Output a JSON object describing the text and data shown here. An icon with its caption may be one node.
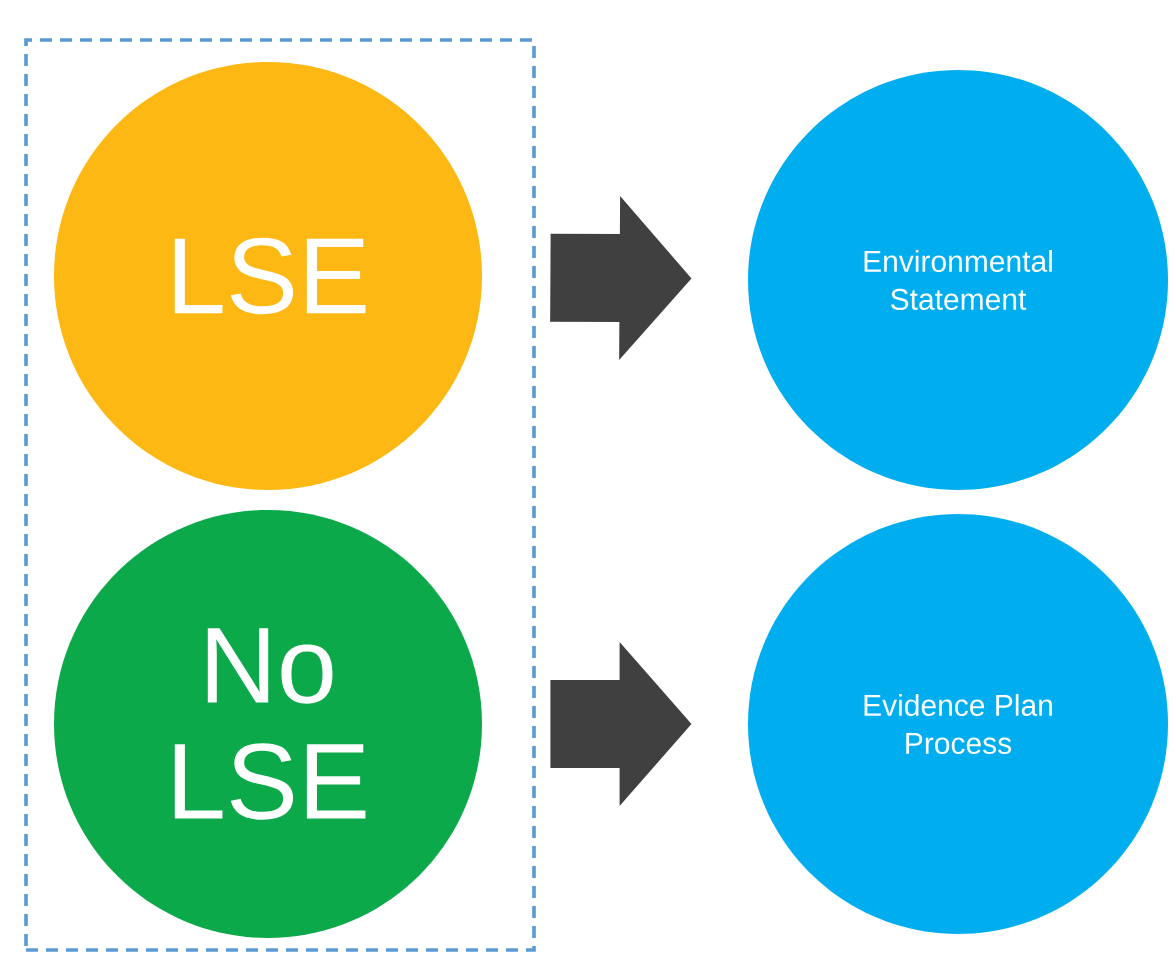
{
  "diagram": {
    "nodes": [
      {
        "text": [],
        "shape": "box"
      },
      {
        "text": [
          "LSE"
        ],
        "in": 0
      },
      {
        "text": [
          "No LSE"
        ],
        "in": 0
      },
      {
        "text": [
          "Environmental Statement"
        ]
      },
      {
        "text": [
          "Evidence Plan Process"
        ]
      }
    ],
    "edges": [
      {
        "from": 1,
        "to": 3,
        "arrow": "to"
      },
      {
        "from": 2,
        "to": 4,
        "arrow": "to"
      }
    ]
  }
}
